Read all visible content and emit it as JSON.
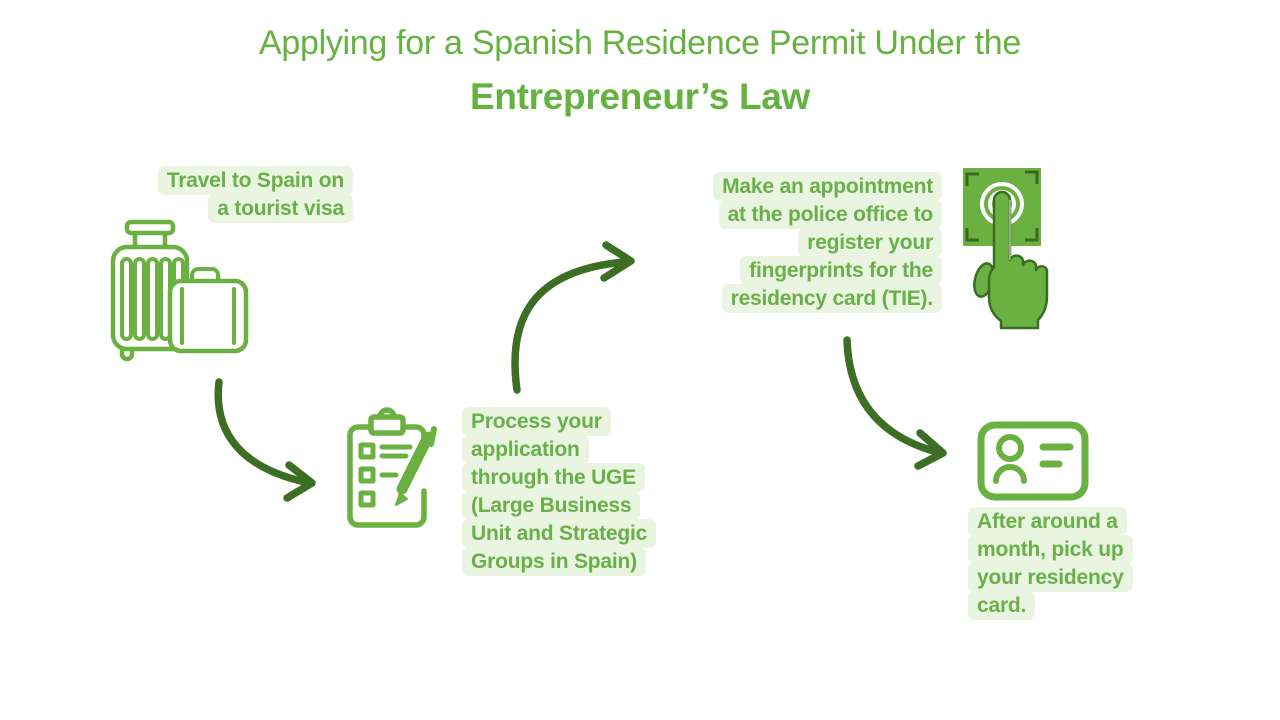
{
  "title": {
    "line1": "Applying for a Spanish Residence Permit Under the",
    "line2": "Entrepreneur’s Law"
  },
  "steps": [
    {
      "name": "travel-to-spain",
      "icon": "luggage-icon",
      "align": "right",
      "lines": [
        "Travel to Spain on",
        "a tourist visa"
      ]
    },
    {
      "name": "process-application",
      "icon": "clipboard-checklist-icon",
      "align": "left",
      "lines": [
        "Process your",
        "application",
        "through the UGE",
        "(Large Business",
        "Unit and Strategic",
        "Groups in Spain)"
      ]
    },
    {
      "name": "fingerprint-appointment",
      "icon": "fingerprint-scan-icon",
      "align": "right",
      "lines": [
        "Make an appointment",
        "at the police office to",
        "register your",
        "fingerprints for the",
        "residency card (TIE)."
      ]
    },
    {
      "name": "pick-up-card",
      "icon": "id-card-icon",
      "align": "left",
      "lines": [
        "After around a",
        "month, pick up",
        "your residency",
        "card."
      ]
    }
  ],
  "colors": {
    "title_green": "#64b23f",
    "text_green": "#69b049",
    "icon_green": "#6ab142",
    "arrow_dark_green": "#3c6e24",
    "box_background": "#e9f4e1",
    "page_background": "#ffffff"
  }
}
